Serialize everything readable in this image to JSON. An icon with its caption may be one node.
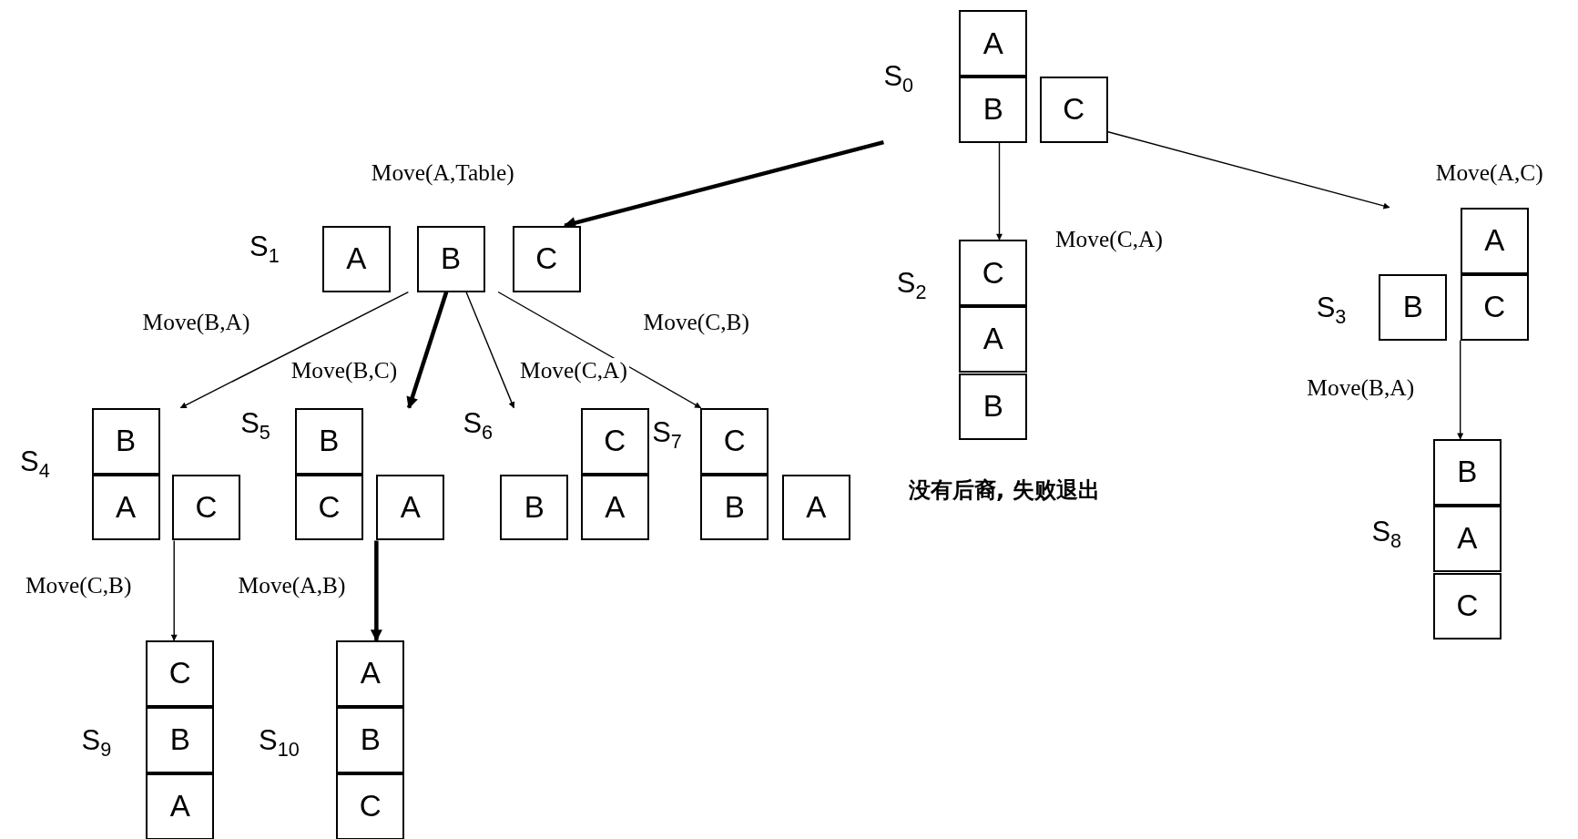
{
  "diagram": {
    "nodes": [
      {
        "text": [
          "S$_{0}$"
        ]
      },
      {
        "text": [
          "A"
        ],
        "in": 0
      },
      {
        "text": [
          "B"
        ],
        "in": 0
      },
      {
        "text": [
          "C"
        ],
        "in": 0
      },
      {
        "text": [
          "S$_{1}$"
        ]
      },
      {
        "text": [
          "A"
        ],
        "in": 4
      },
      {
        "text": [
          "B"
        ],
        "in": 4
      },
      {
        "text": [
          "C"
        ],
        "in": 4
      },
      {
        "text": [
          "S$_{2}$"
        ],
        "beside": [
          "没有后裔, 失败退出"
        ]
      },
      {
        "text": [
          "C"
        ],
        "in": 8
      },
      {
        "text": [
          "A"
        ],
        "in": 8
      },
      {
        "text": [
          "B"
        ],
        "in": 8
      },
      {
        "text": [
          "S$_{3}$"
        ]
      },
      {
        "text": [
          "A"
        ],
        "in": 12
      },
      {
        "text": [
          "B"
        ],
        "in": 12
      },
      {
        "text": [
          "C"
        ],
        "in": 12
      },
      {
        "text": [
          "S$_{4}$"
        ]
      },
      {
        "text": [
          "B"
        ],
        "in": 16
      },
      {
        "text": [
          "A"
        ],
        "in": 16
      },
      {
        "text": [
          "C"
        ],
        "in": 16
      },
      {
        "text": [
          "S$_{5}$"
        ]
      },
      {
        "text": [
          "B"
        ],
        "in": 20
      },
      {
        "text": [
          "C"
        ],
        "in": 20
      },
      {
        "text": [
          "A"
        ],
        "in": 20
      },
      {
        "text": [
          "S$_{6}$"
        ]
      },
      {
        "text": [
          "C"
        ],
        "in": 24
      },
      {
        "text": [
          "B"
        ],
        "in": 24
      },
      {
        "text": [
          "A"
        ],
        "in": 24
      },
      {
        "text": [
          "S$_{7}$"
        ]
      },
      {
        "text": [
          "C"
        ],
        "in": 28
      },
      {
        "text": [
          "B"
        ],
        "in": 28
      },
      {
        "text": [
          "A"
        ],
        "in": 28
      },
      {
        "text": [
          "S$_{8}$"
        ]
      },
      {
        "text": [
          "B"
        ],
        "in": 32
      },
      {
        "text": [
          "A"
        ],
        "in": 32
      },
      {
        "text": [
          "C"
        ],
        "in": 32
      },
      {
        "text": [
          "S$_{9}$"
        ]
      },
      {
        "text": [
          "C"
        ],
        "in": 36
      },
      {
        "text": [
          "B"
        ],
        "in": 36
      },
      {
        "text": [
          "A"
        ],
        "in": 36
      },
      {
        "text": [
          "S$_{10}$"
        ]
      },
      {
        "text": [
          "A"
        ],
        "in": 40
      },
      {
        "text": [
          "B"
        ],
        "in": 40
      },
      {
        "text": [
          "C"
        ],
        "in": 40
      }
    ],
    "edges": [
      {
        "from": 0,
        "to": 4,
        "arrow": "to",
        "label": "Move(A,Table)",
        "style": "thick"
      },
      {
        "from": 0,
        "to": 8,
        "arrow": "to",
        "label": "Move(C,A)"
      },
      {
        "from": 0,
        "to": 12,
        "arrow": "to",
        "label": "Move(A,C)"
      },
      {
        "from": 4,
        "to": 16,
        "arrow": "to",
        "label": "Move(B,A)"
      },
      {
        "from": 4,
        "to": 20,
        "arrow": "to",
        "label": "Move(B,C)",
        "style": "thick"
      },
      {
        "from": 4,
        "to": 24,
        "arrow": "to",
        "label": "Move(C,A)"
      },
      {
        "from": 4,
        "to": 28,
        "arrow": "to",
        "label": "Move(C,B)"
      },
      {
        "from": 12,
        "to": 32,
        "arrow": "to",
        "label": "Move(B,A)"
      },
      {
        "from": 16,
        "to": 36,
        "arrow": "to",
        "label": "Move(C,B)"
      },
      {
        "from": 20,
        "to": 40,
        "arrow": "to",
        "label": "Move(A,B)",
        "style": "thick"
      }
    ]
  }
}
